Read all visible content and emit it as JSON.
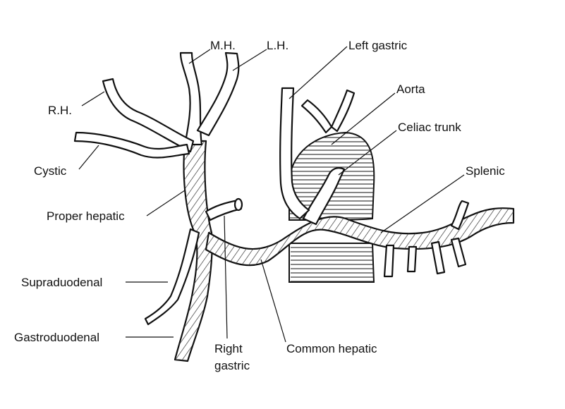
{
  "labels": {
    "mh": "M.H.",
    "lh": "L.H.",
    "left_gastric": "Left gastric",
    "aorta": "Aorta",
    "celiac_trunk": "Celiac trunk",
    "rh": "R.H.",
    "cystic": "Cystic",
    "splenic": "Splenic",
    "proper_hepatic": "Proper hepatic",
    "supraduodenal": "Supraduodenal",
    "gastroduodenal": "Gastroduodenal",
    "right_gastric_line1": "Right",
    "right_gastric_line2": "gastric",
    "common_hepatic": "Common hepatic"
  },
  "colors": {
    "ink": "#111111",
    "background": "#ffffff"
  }
}
